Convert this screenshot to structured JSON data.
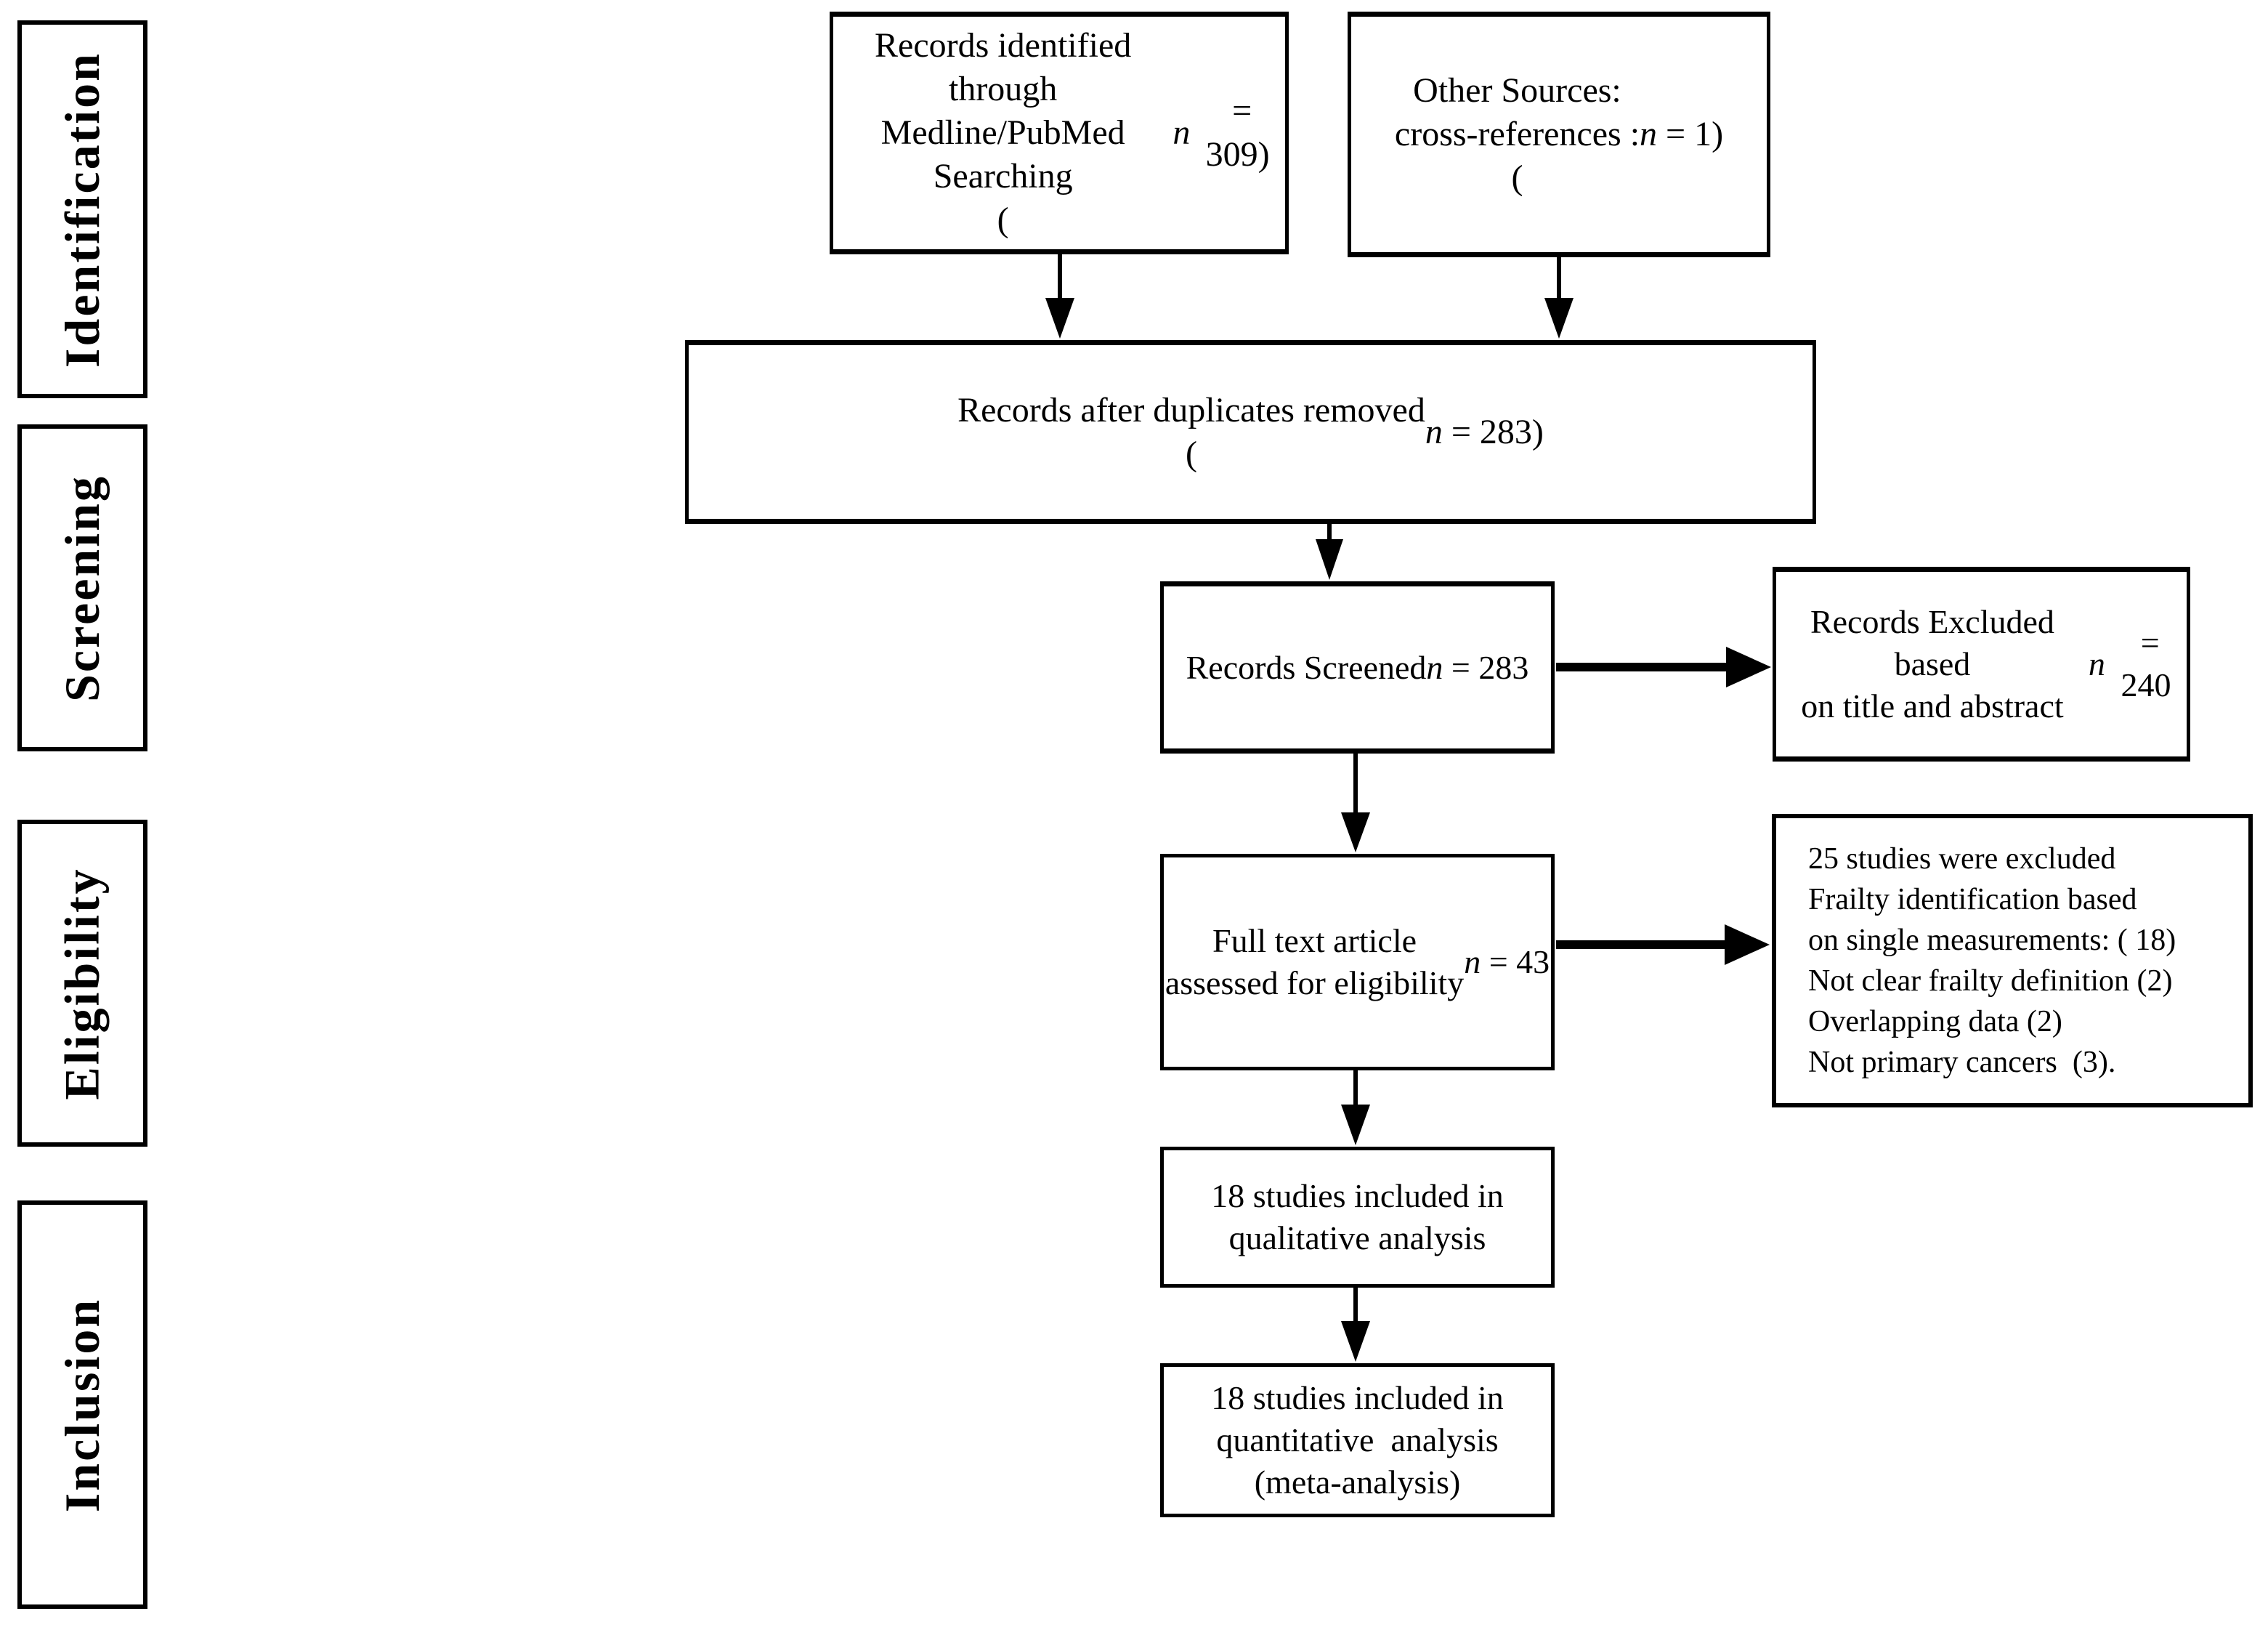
{
  "palette": {
    "ink": "#000000",
    "paper": "#ffffff"
  },
  "stages": [
    {
      "label": "Identification"
    },
    {
      "label": "Screening"
    },
    {
      "label": "Eligibility"
    },
    {
      "label": "Inclusion"
    }
  ],
  "boxes": {
    "records_identified": {
      "text": "Records identified\nthrough Medline/PubMed\nSearching\n(n = 309)"
    },
    "other_sources": {
      "text": "Other Sources:\ncross-references :\n(n = 1)"
    },
    "duplicates_removed": {
      "text": "Records after duplicates removed\n(n = 283)"
    },
    "records_screened": {
      "text": "Records Screened\nn = 283"
    },
    "records_excluded": {
      "text": "Records Excluded based\non title and abstract\nn = 240"
    },
    "full_text_assessed": {
      "text": "Full text article\nassessed for eligibility\nn = 43"
    },
    "exclusion_reasons": {
      "text": "25 studies were excluded\nFrailty identification based\non single measurements: ( 18)\nNot clear frailty definition (2)\nOverlapping data (2)\nNot primary cancers  (3)."
    },
    "qualitative_included": {
      "text": "18 studies included in\nqualitative analysis"
    },
    "quantitative_included": {
      "text": "18 studies included in\nquantitative  analysis\n(meta-analysis)"
    }
  }
}
